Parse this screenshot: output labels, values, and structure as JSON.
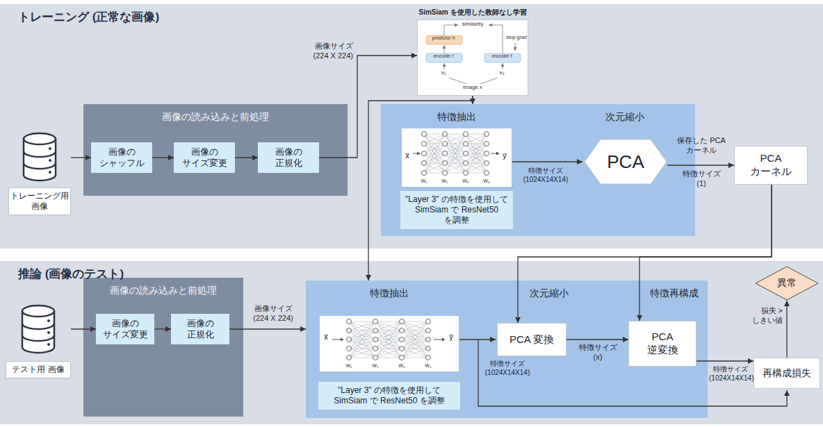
{
  "diagram": {
    "nodes": [
      {
        "text": [
          "トレーニング (正常な画像)"
        ]
      },
      {
        "text": [
          "トレーニング用 画像"
        ],
        "in": 0
      },
      {
        "text": [
          "画像の読み込みと前処理"
        ],
        "in": 0
      },
      {
        "text": [
          "画像の シャッフル"
        ],
        "in": 2
      },
      {
        "text": [
          "画像の サイズ変更"
        ],
        "in": 2
      },
      {
        "text": [
          "画像の 正規化"
        ],
        "in": 2
      },
      {
        "text": [
          "SimSiam を使用した教師なし学習"
        ],
        "in": 0
      },
      {
        "text": [
          "特徴抽出",
          "次元縮小"
        ],
        "in": 0
      },
      {
        "text": [
          "\"Layer 3\" の特徴を使用して SimSiam で ResNet50 を調整"
        ],
        "in": 7
      },
      {
        "text": [
          "PCA"
        ],
        "in": 7
      },
      {
        "text": [
          "PCA カーネル"
        ],
        "in": 0
      },
      {
        "text": [
          "推論 (画像のテスト)"
        ]
      },
      {
        "text": [
          "テスト用 画像"
        ],
        "in": 11
      },
      {
        "text": [
          "画像の読み込みと前処理"
        ],
        "in": 11
      },
      {
        "text": [
          "画像の サイズ変更"
        ],
        "in": 13
      },
      {
        "text": [
          "画像の 正規化"
        ],
        "in": 13
      },
      {
        "text": [
          "特徴抽出",
          "次元縮小",
          "特徴再構成"
        ],
        "in": 11
      },
      {
        "text": [
          "\"Layer 3\" の特徴を使用して SimSiam で ResNet50 を調整"
        ],
        "in": 16
      },
      {
        "text": [
          "PCA 変換"
        ],
        "in": 16
      },
      {
        "text": [
          "PCA 逆変換"
        ],
        "in": 16
      },
      {
        "text": [
          "再構成損失"
        ],
        "in": 11
      },
      {
        "text": [
          "異常"
        ],
        "in": 11
      }
    ],
    "edges": [
      {
        "from": 1,
        "to": 3,
        "arrow": "to"
      },
      {
        "from": 3,
        "to": 4,
        "arrow": "to"
      },
      {
        "from": 4,
        "to": 5,
        "arrow": "to"
      },
      {
        "from": 5,
        "to": 6,
        "label": "画像サイズ (224 X 224)",
        "arrow": "to"
      },
      {
        "from": 6,
        "to": 7,
        "arrow": "to"
      },
      {
        "from": 6,
        "to": 16,
        "arrow": "to"
      },
      {
        "from": 9,
        "to": 10,
        "label": "保存した PCA カーネル",
        "arrow": "to"
      },
      {
        "from": 10,
        "to": 18,
        "arrow": "to"
      },
      {
        "from": 10,
        "to": 19,
        "arrow": "to"
      },
      {
        "from": 12,
        "to": 14,
        "arrow": "to"
      },
      {
        "from": 14,
        "to": 15,
        "arrow": "to"
      },
      {
        "from": 15,
        "to": 16,
        "label": "画像サイズ (224 X 224)",
        "arrow": "to"
      },
      {
        "from": 18,
        "to": 19,
        "label": "特徴サイズ (x)",
        "arrow": "to"
      },
      {
        "from": 19,
        "to": 20,
        "label": "特徴サイズ (1024X14X14)",
        "arrow": "to"
      },
      {
        "from": 20,
        "to": 21,
        "label": "損失 > しきい値",
        "arrow": "to"
      }
    ],
    "labels": [
      "特徴サイズ (1024X14X14)",
      "特徴サイズ (1)",
      "特徴サイズ (1024X14X14)",
      "similarity",
      "predictor h",
      "stop-grad",
      "encoder f",
      "encoder f",
      "x₁",
      "x₂",
      "image x",
      "x⃗",
      "y⃗",
      "W₁",
      "W₂",
      "W₃",
      "W₄",
      "x⃗",
      "y⃗",
      "W₁",
      "W₂",
      "W₃",
      "W₄"
    ]
  }
}
